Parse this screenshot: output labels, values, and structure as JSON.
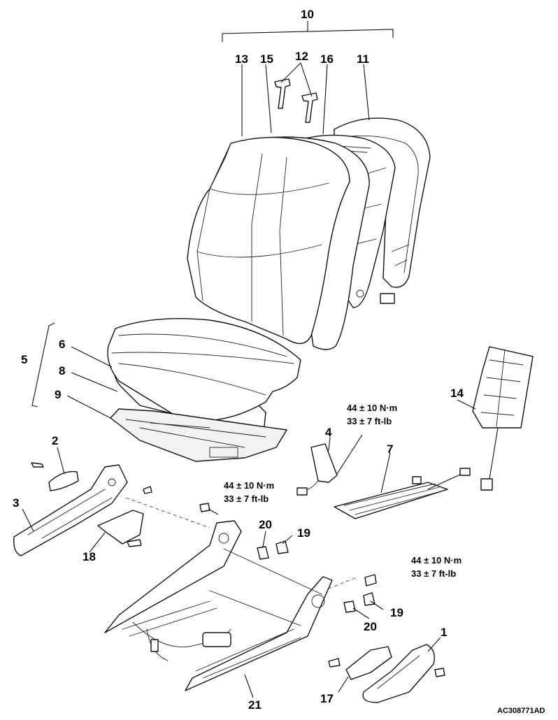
{
  "diagram": {
    "code": "AC308771AD",
    "torque_spec": {
      "metric": "44 ± 10 N·m",
      "imperial": "33 ± 7 ft-lb"
    },
    "callouts": {
      "c1": "1",
      "c2": "2",
      "c3": "3",
      "c4": "4",
      "c5": "5",
      "c6": "6",
      "c7": "7",
      "c8": "8",
      "c9": "9",
      "c10": "10",
      "c11": "11",
      "c12": "12",
      "c13": "13",
      "c14": "14",
      "c15": "15",
      "c16": "16",
      "c17": "17",
      "c18": "18",
      "c19a": "19",
      "c19b": "19",
      "c20a": "20",
      "c20b": "20",
      "c21": "21"
    },
    "colors": {
      "line": "#111111",
      "background": "#ffffff"
    }
  }
}
